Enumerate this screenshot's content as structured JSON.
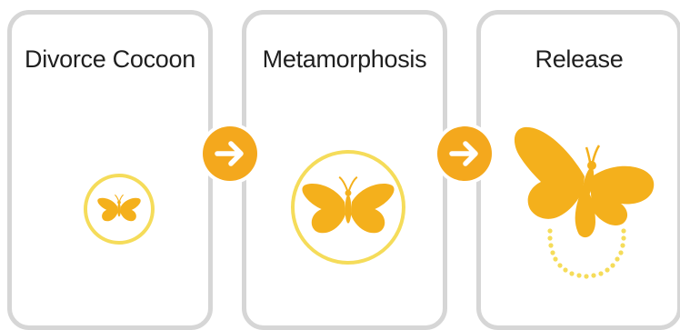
{
  "stages": [
    {
      "title": "Divorce Cocoon",
      "icon": "small-butterfly-in-ring-icon"
    },
    {
      "title": "Metamorphosis",
      "icon": "butterfly-in-ring-icon"
    },
    {
      "title": "Release",
      "icon": "flying-butterfly-icon"
    }
  ],
  "connectors": [
    "arrow-right-icon",
    "arrow-right-icon"
  ],
  "colors": {
    "butterfly": "#f4b01c",
    "arrow": "#f4a81d",
    "ring": "#f5dc5a",
    "card_border": "#d6d6d6",
    "text": "#1f1f1f"
  }
}
